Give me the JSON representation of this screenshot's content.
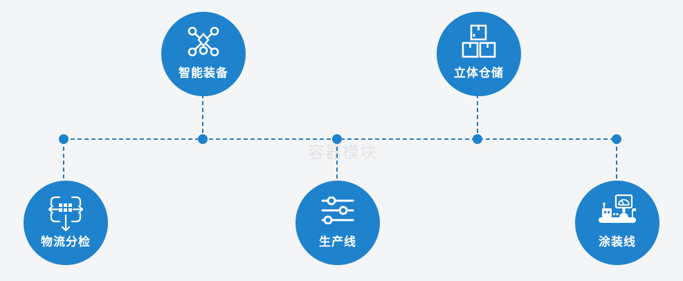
{
  "watermark": "容器模块",
  "colors": {
    "background": "#f4f5f6",
    "circle_fill": "#1f82cd",
    "connector_line": "#2478bd",
    "junction_dot": "#1f82cd",
    "label_text": "#ffffff",
    "icon_stroke": "#ffffff",
    "watermark_text": "#e2e3e5"
  },
  "nodes": [
    {
      "label": "智能装备",
      "icon": "network-nodes-icon",
      "position": "top-left"
    },
    {
      "label": "立体仓储",
      "icon": "stacked-boxes-icon",
      "position": "top-right"
    },
    {
      "label": "物流分检",
      "icon": "sorting-arrows-icon",
      "position": "bottom-left"
    },
    {
      "label": "生产线",
      "icon": "sliders-icon",
      "position": "bottom-center"
    },
    {
      "label": "涂装线",
      "icon": "painting-machine-icon",
      "position": "bottom-right"
    }
  ]
}
